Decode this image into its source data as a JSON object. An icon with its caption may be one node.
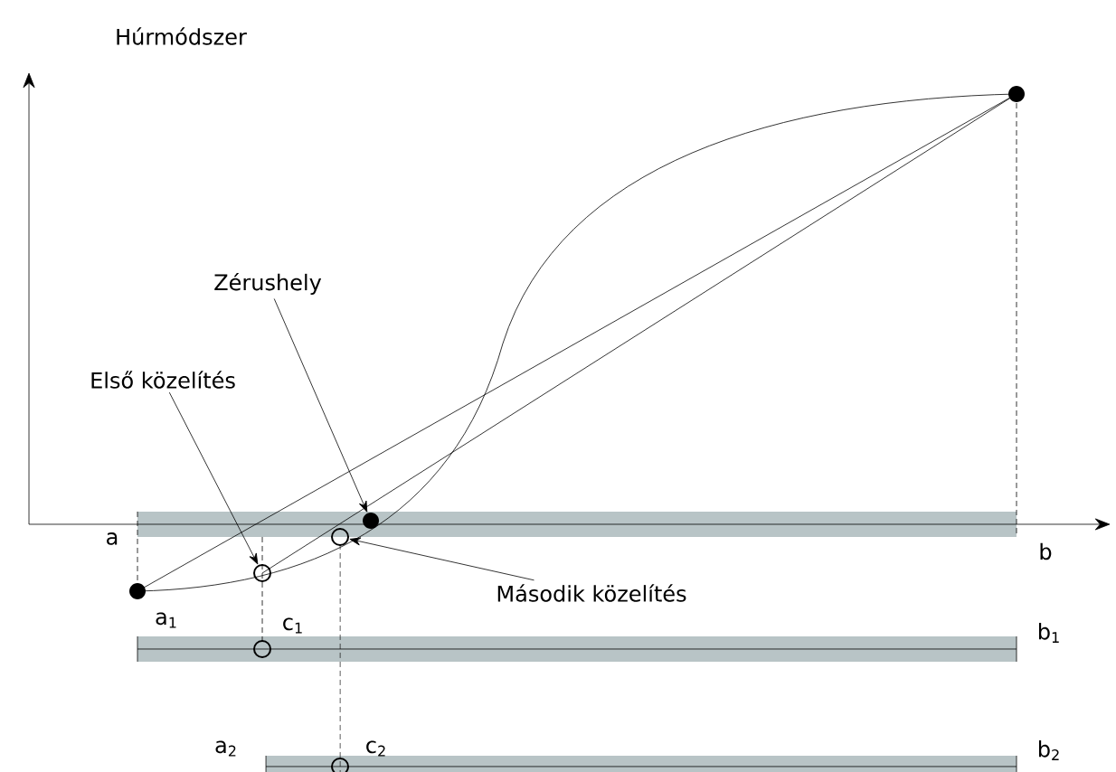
{
  "diagram": {
    "title": "Húrmódszer",
    "nodes": [
      {
        "text": [
          "Első közelítés"
        ]
      },
      {
        "text": [
          "Zérushely"
        ]
      },
      {
        "text": [
          "Második közelítés"
        ]
      },
      {
        "text": [],
        "shape": "circle"
      },
      {
        "text": [],
        "shape": "circle"
      },
      {
        "text": [],
        "shape": "circle"
      }
    ],
    "edges": [
      {
        "from": 0,
        "to": 3,
        "arrow": "to"
      },
      {
        "from": 1,
        "to": 4,
        "arrow": "to"
      },
      {
        "from": 2,
        "to": 5,
        "arrow": "to"
      }
    ],
    "labels": [
      "a",
      "b",
      "a$_{1}$",
      "c$_{1}$",
      "b$_{1}$",
      "a$_{2}$",
      "c$_{2}$",
      "b$_{2}$"
    ]
  }
}
